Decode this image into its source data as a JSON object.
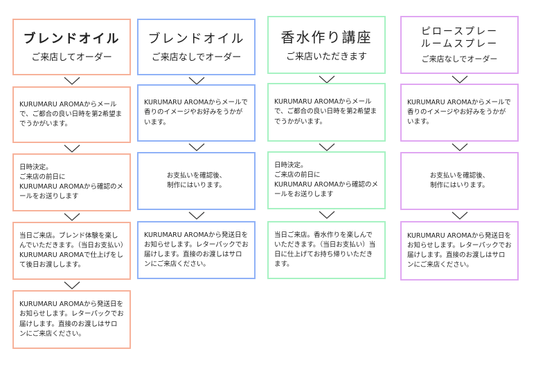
{
  "colors": {
    "orange": "#f7b199",
    "blue": "#8fb1f7",
    "green": "#a6f2c2",
    "purple": "#e0a6f2"
  },
  "columns": [
    {
      "color": "orange",
      "title": "ブレンドオイル",
      "subtitle": "ご来店してオーダー",
      "steps": [
        "KURUMARU AROMAからメールで、ご都合の良い日時を第2希望までうかがいます。",
        "日時決定。\nご来店の前日に\nKURUMARU AROMAから確認のメールをお送りします",
        "当日ご来店。ブレンド体験を楽しんでいただきます。（当日お支払い）KURUMARU AROMAで仕上げをして後日お渡しします。",
        "KURUMARU AROMAから発送日をお知らせします。レターパックでお届けします。直接のお渡しはサロンにご来店ください。"
      ]
    },
    {
      "color": "blue",
      "title": "ブレンドオイル",
      "subtitle": "ご来店なしでオーダー",
      "steps": [
        "KURUMARU AROMAからメールで香りのイメージやお好みをうかがいます。",
        "お支払いを確認後、\n制作にはいります。",
        "KURUMARU AROMAから発送日をお知らせします。レターパックでお届けします。直接のお渡しはサロンにご来店ください。"
      ]
    },
    {
      "color": "green",
      "title": "香水作り講座",
      "subtitle": "ご来店いただきます",
      "steps": [
        "KURUMARU AROMAからメールで、ご都合の良い日時を第2希望までうかがいます。",
        "日時決定。\nご来店の前日に\nKURUMARU AROMAから確認のメールをお送りします",
        "当日ご来店。香水作りを楽しんでいただきます。（当日お支払い）当日に仕上げてお持ち帰りいただきます。"
      ]
    },
    {
      "color": "purple",
      "title": "ピロースプレー\nルームスプレー",
      "subtitle": "ご来店なしでオーダー",
      "steps": [
        "KURUMARU AROMAからメールで香りのイメージやお好みをうかがいます。",
        "お支払いを確認後、\n制作にはいります。",
        "KURUMARU AROMAから発送日をお知らせします。レターパックでお届けします。直接のお渡しはサロンにご来店ください。"
      ]
    }
  ]
}
